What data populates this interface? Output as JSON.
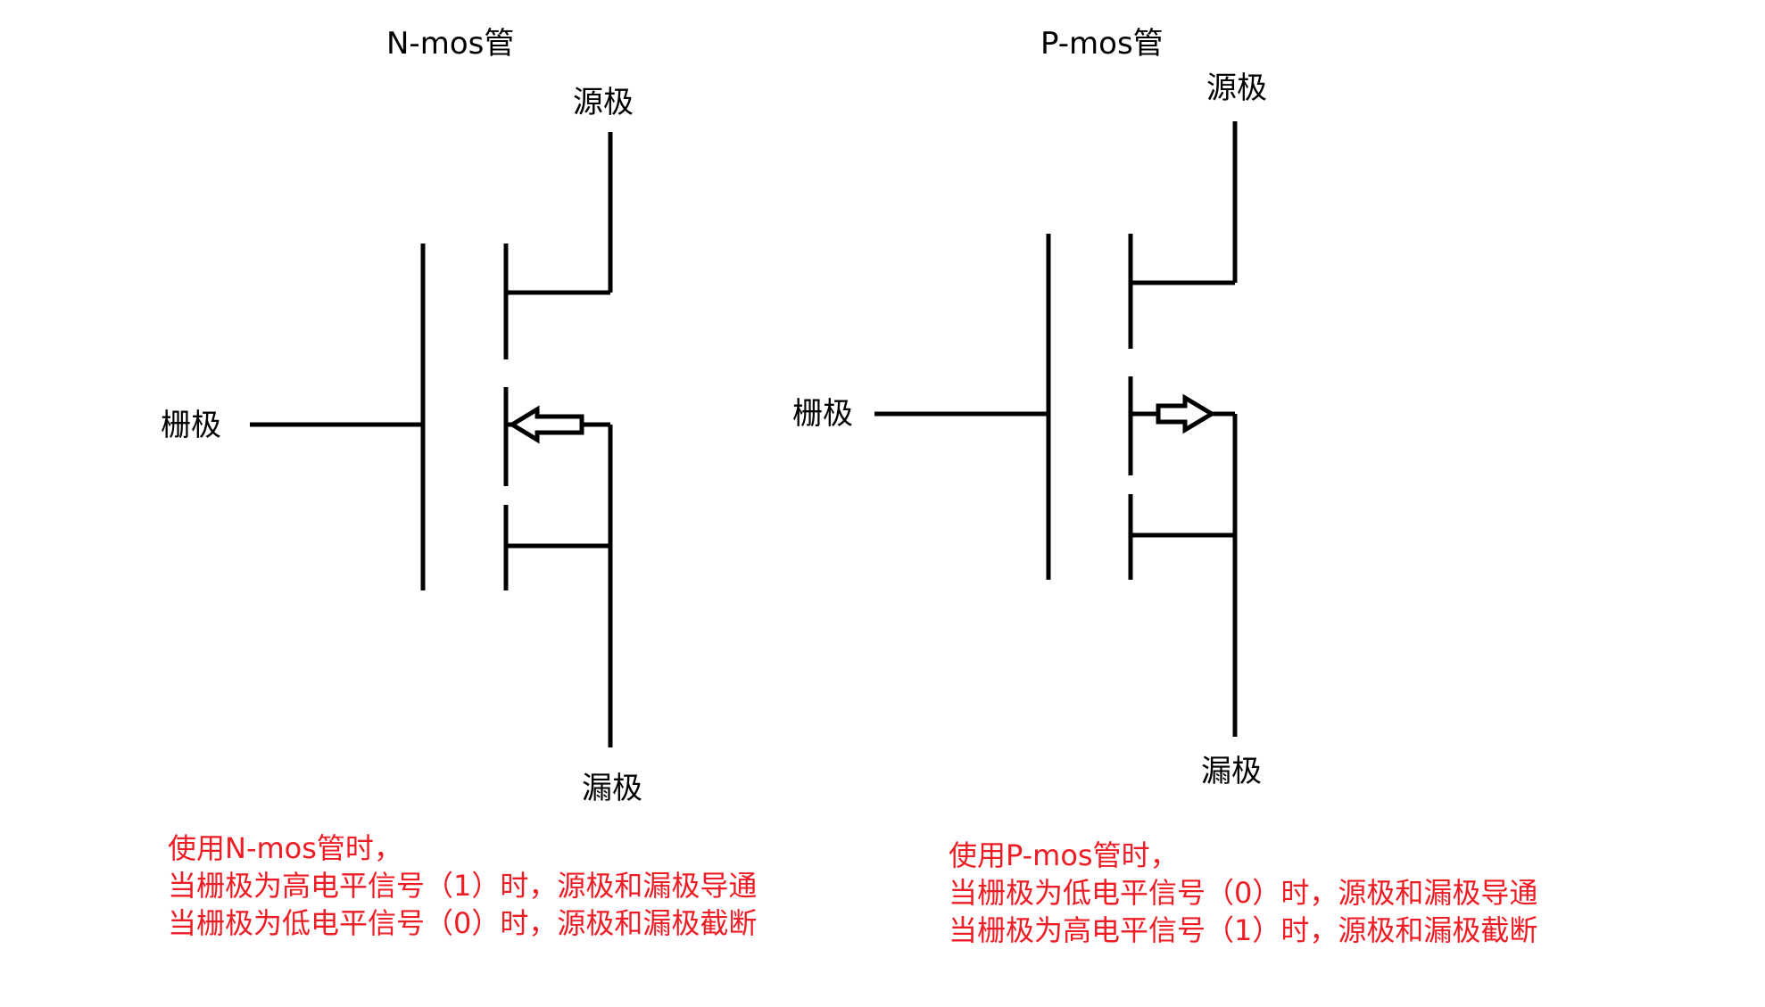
{
  "colors": {
    "line": "#000000",
    "note_text": "#ee1c24",
    "background": "#ffffff"
  },
  "nmos": {
    "title": "N-mos管",
    "source_label": "源极",
    "gate_label": "栅极",
    "drain_label": "漏极",
    "arrow_direction": "left",
    "notes": [
      "使用N-mos管时，",
      "当栅极为高电平信号（1）时，源极和漏极导通",
      "当栅极为低电平信号（0）时，源极和漏极截断"
    ]
  },
  "pmos": {
    "title": "P-mos管",
    "source_label": "源极",
    "gate_label": "栅极",
    "drain_label": "漏极",
    "arrow_direction": "right",
    "notes": [
      "使用P-mos管时，",
      "当栅极为低电平信号（0）时，源极和漏极导通",
      "当栅极为高电平信号（1）时，源极和漏极截断"
    ]
  }
}
